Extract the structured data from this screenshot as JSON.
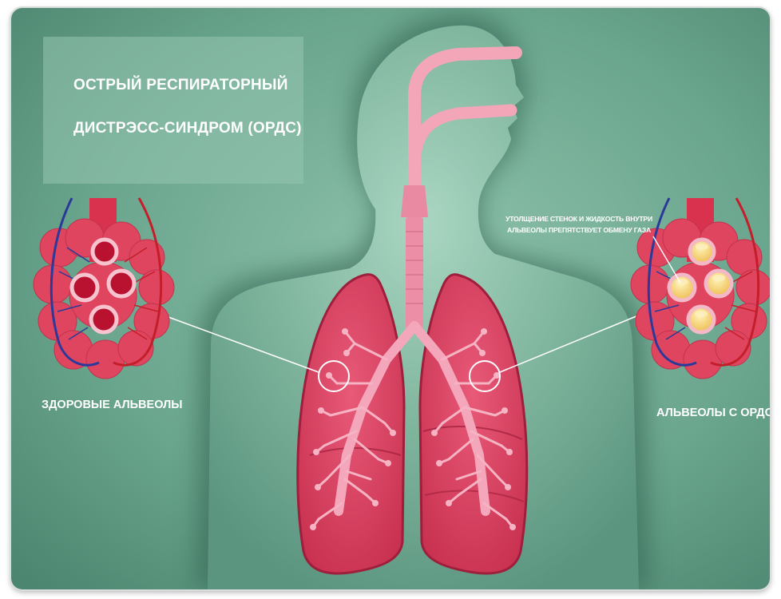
{
  "title": {
    "line1": "ОСТРЫЙ РЕСПИРАТОРНЫЙ",
    "line2": "ДИСТРЭСС-СИНДРОМ (ОРДС)"
  },
  "labels": {
    "healthy": "ЗДОРОВЫЕ АЛЬВЕОЛЫ",
    "ards": "АЛЬВЕОЛЫ С ОРДС",
    "note_line1": "УТОЛЩЕНИЕ СТЕНОК И ЖИДКОСТЬ ВНУТРИ",
    "note_line2": "АЛЬВЕОЛЫ ПРЕПЯТСТВУЕТ ОБМЕНУ ГАЗА"
  },
  "colors": {
    "background": "#5f9a83",
    "lung": "#d8405f",
    "airway": "#f2a6b8",
    "vein": "#2b3a9a",
    "artery": "#c41e2a",
    "fluid": "#f3d27a"
  }
}
